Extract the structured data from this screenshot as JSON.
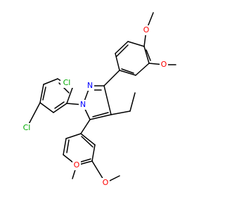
{
  "structure": {
    "colors": {
      "bond": "#000000",
      "O": "#ff0000",
      "N": "#0000ff",
      "Cl": "#00aa00"
    },
    "atoms": [
      {
        "label": "O",
        "element": "O",
        "name": "methoxy-oxygen-a"
      },
      {
        "label": "O",
        "element": "O",
        "name": "methoxy-oxygen-b"
      },
      {
        "label": "N",
        "element": "N",
        "name": "pyrazole-nitrogen-2"
      },
      {
        "label": "N",
        "element": "N",
        "name": "pyrazole-nitrogen-1"
      },
      {
        "label": "Cl",
        "element": "Cl",
        "name": "chlorine-ortho"
      },
      {
        "label": "Cl",
        "element": "Cl",
        "name": "chlorine-para"
      },
      {
        "label": "O",
        "element": "O",
        "name": "methoxy-oxygen-c"
      },
      {
        "label": "O",
        "element": "O",
        "name": "methoxy-oxygen-d"
      }
    ]
  }
}
